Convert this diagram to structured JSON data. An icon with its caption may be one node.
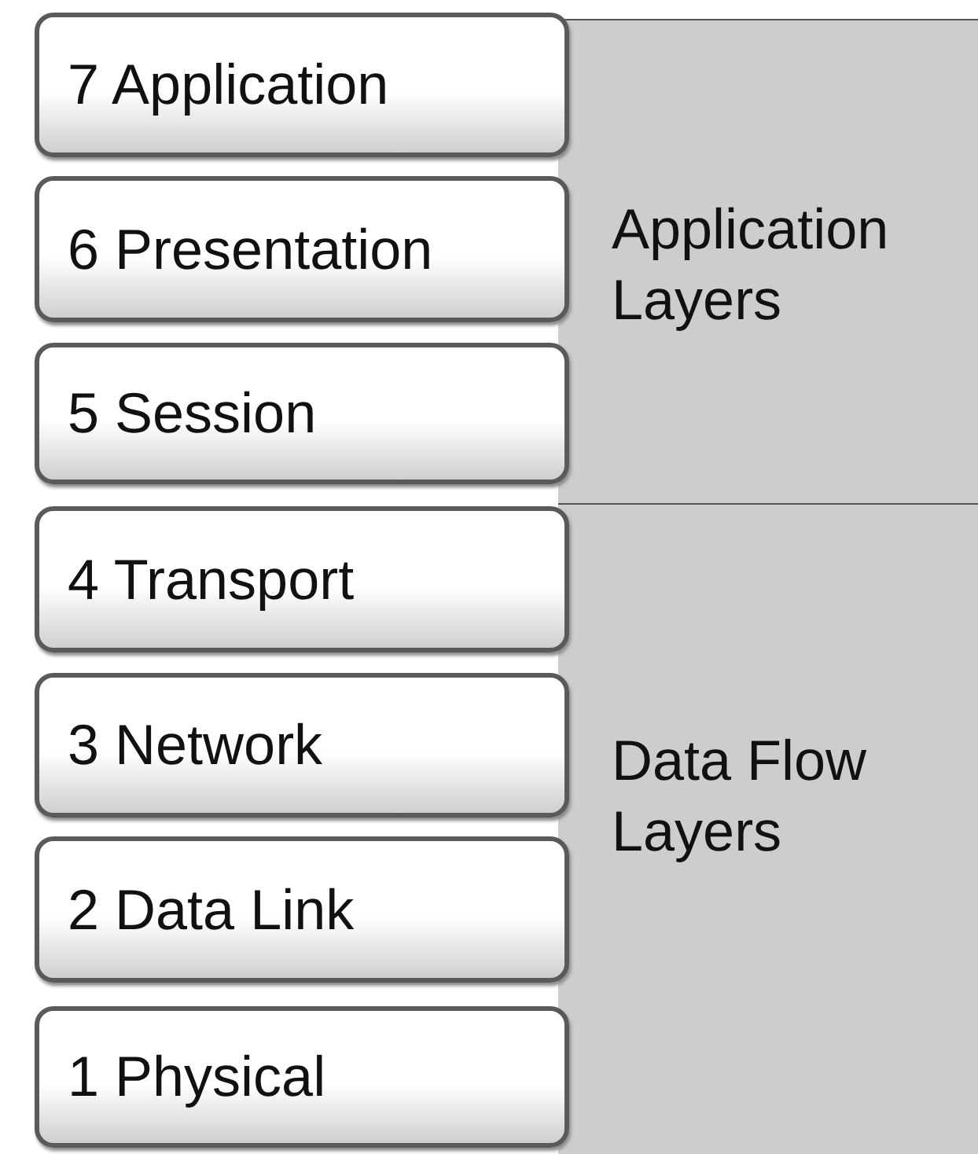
{
  "diagram": {
    "nodes": [
      {
        "text": [
          "7 Application"
        ]
      },
      {
        "text": [
          "6 Presentation"
        ]
      },
      {
        "text": [
          "5 Session"
        ]
      },
      {
        "text": [
          "4 Transport"
        ]
      },
      {
        "text": [
          "3 Network"
        ]
      },
      {
        "text": [
          "2 Data Link"
        ]
      },
      {
        "text": [
          "1 Physical"
        ]
      },
      {
        "text": [
          "Application Layers"
        ]
      },
      {
        "text": [
          "Data Flow Layers"
        ]
      }
    ],
    "edges": []
  }
}
